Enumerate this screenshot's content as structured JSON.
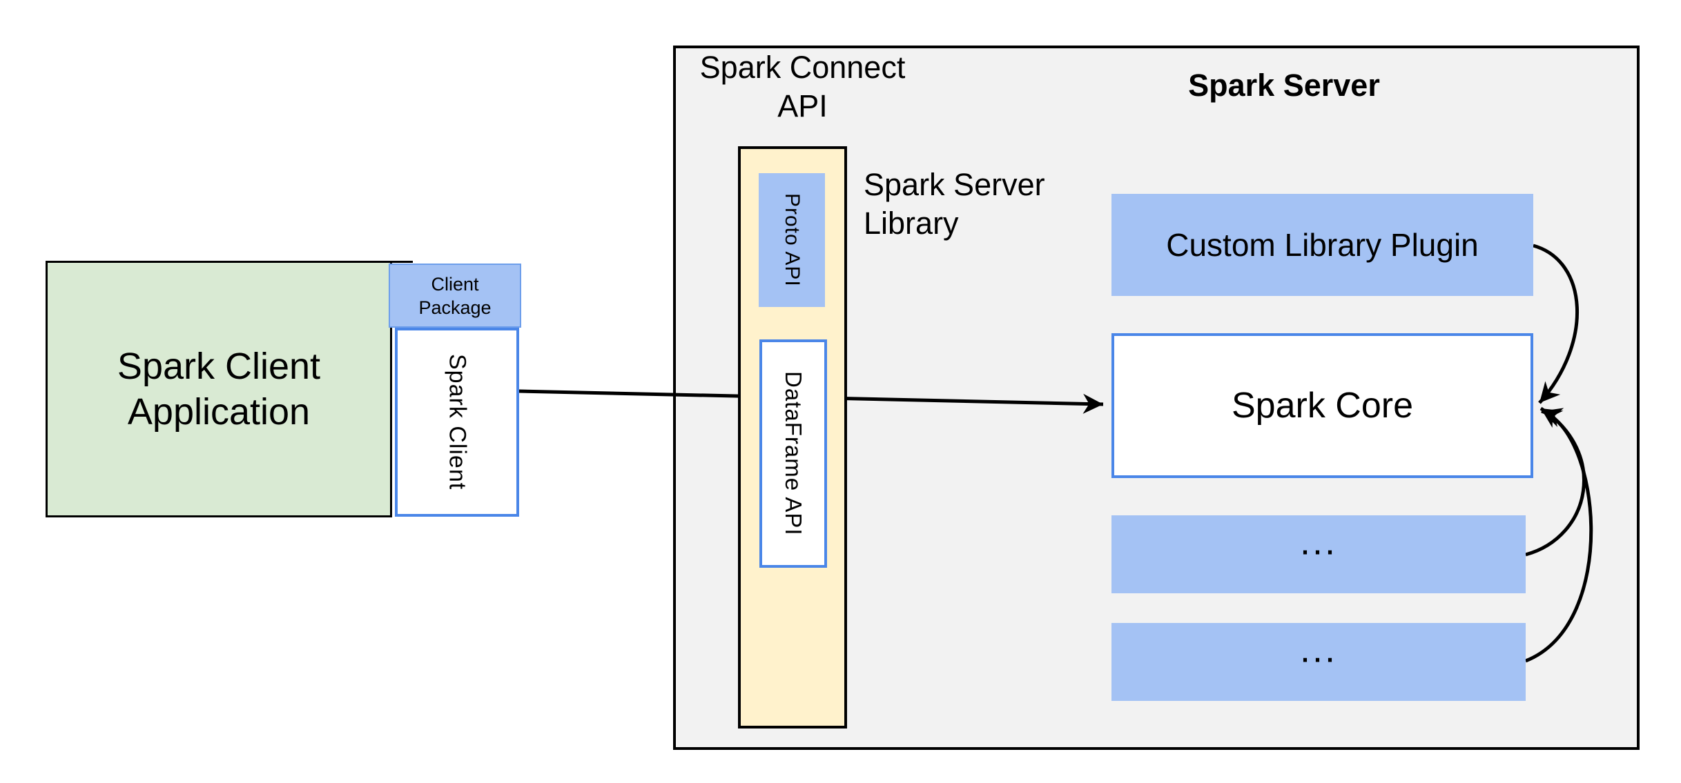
{
  "diagram": {
    "client_app_label": "Spark Client Application",
    "client_package_label": "Client Package",
    "spark_client_label": "Spark Client",
    "connect_api_label": "Spark Connect\nAPI",
    "server_title": "Spark Server",
    "server_library_label": "Spark Server\nLibrary",
    "proto_api_label": "Proto API",
    "dataframe_api_label": "DataFrame API",
    "plugin_label": "Custom Library Plugin",
    "core_label": "Spark Core",
    "ellipsis_label": "..."
  },
  "colors": {
    "client_app_fill": "#d9ead3",
    "blue_fill": "#a4c2f4",
    "blue_border": "#4a86e8",
    "yellow_fill": "#fff2cc",
    "panel_fill": "#f2f2f2",
    "line": "#000000"
  }
}
